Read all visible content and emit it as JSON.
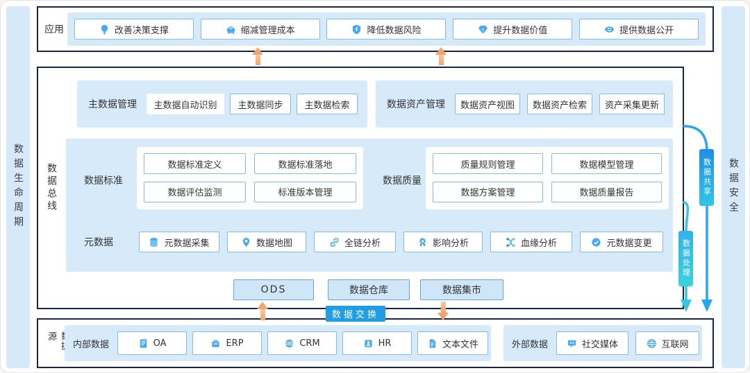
{
  "rails": {
    "left": "数据生命周期",
    "right": "数据安全"
  },
  "app_section": {
    "label": "应用",
    "buttons": [
      {
        "label": "改善决策支撑",
        "icon": "bulb-icon"
      },
      {
        "label": "缩减管理成本",
        "icon": "piggy-bank-icon"
      },
      {
        "label": "降低数据风险",
        "icon": "shield-icon"
      },
      {
        "label": "提升数据价值",
        "icon": "diamond-icon"
      },
      {
        "label": "提供数据公开",
        "icon": "eye-icon"
      }
    ]
  },
  "bus_section": {
    "label": "数据总线",
    "master_data": {
      "label": "主数据管理",
      "items": [
        "主数据自动识别",
        "主数据同步",
        "主数据检索"
      ]
    },
    "data_assets": {
      "label": "数据资产管理",
      "items": [
        "数据资产视图",
        "数据资产检索",
        "资产采集更新"
      ]
    },
    "standards": {
      "label": "数据标准",
      "items": [
        "数据标准定义",
        "数据标准落地",
        "数据评估监测",
        "标准版本管理"
      ]
    },
    "quality": {
      "label": "数据质量",
      "items": [
        "质量规则管理",
        "数据模型管理",
        "数据方案管理",
        "数据质量报告"
      ]
    },
    "metadata": {
      "label": "元数据",
      "items": [
        {
          "label": "元数据采集",
          "icon": "database-icon"
        },
        {
          "label": "数据地图",
          "icon": "map-pin-icon"
        },
        {
          "label": "全链分析",
          "icon": "link-icon"
        },
        {
          "label": "影响分析",
          "icon": "medal-icon"
        },
        {
          "label": "血缘分析",
          "icon": "lineage-icon"
        },
        {
          "label": "元数据变更",
          "icon": "change-icon"
        }
      ]
    },
    "storage": [
      "ODS",
      "数据仓库",
      "数据集市"
    ]
  },
  "connectors": {
    "exchange": "数据交换",
    "share": "数据共享",
    "process": "数据处理"
  },
  "source_section": {
    "label": "数据源",
    "internal": {
      "label": "内部数据",
      "items": [
        {
          "label": "OA",
          "icon": "doc-icon"
        },
        {
          "label": "ERP",
          "icon": "erp-icon"
        },
        {
          "label": "CRM",
          "icon": "crm-icon"
        },
        {
          "label": "HR",
          "icon": "hr-icon"
        },
        {
          "label": "文本文件",
          "icon": "text-file-icon"
        }
      ]
    },
    "external": {
      "label": "外部数据",
      "items": [
        {
          "label": "社交媒体",
          "icon": "social-icon"
        },
        {
          "label": "互联网",
          "icon": "globe-icon"
        }
      ]
    }
  },
  "colors": {
    "panel_blue": "#d7eafa",
    "border_navy": "#15264a",
    "accent_blue": "#2b9fe8",
    "arrow_orange": "#f2a46e",
    "badge_share_top": "#1d8fe8",
    "badge_share_bottom": "#2ec6e9",
    "badge_process_top": "#2fb4ea",
    "badge_process_bottom": "#3bd2df",
    "exchange_blue": "#1f9ee6"
  }
}
